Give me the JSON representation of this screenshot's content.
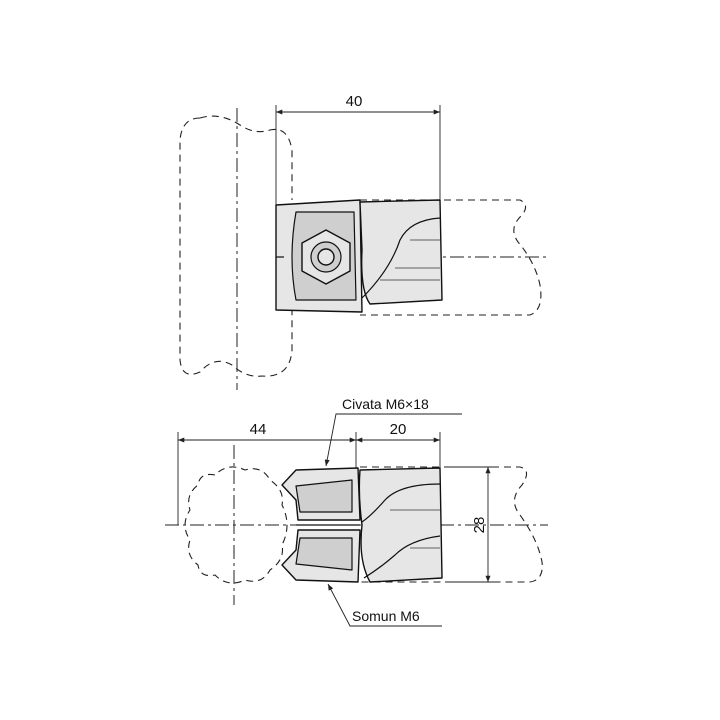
{
  "dimensions": {
    "top_width": "40",
    "bottom_width": "44",
    "bottom_pipe": "20",
    "bottom_height": "28"
  },
  "callouts": {
    "bolt": "Civata M6×18",
    "nut": "Somun M6"
  },
  "colors": {
    "line": "#111111",
    "part_fill": "#e6e6e6",
    "part_shade": "#cfcfcf",
    "background": "#ffffff"
  }
}
